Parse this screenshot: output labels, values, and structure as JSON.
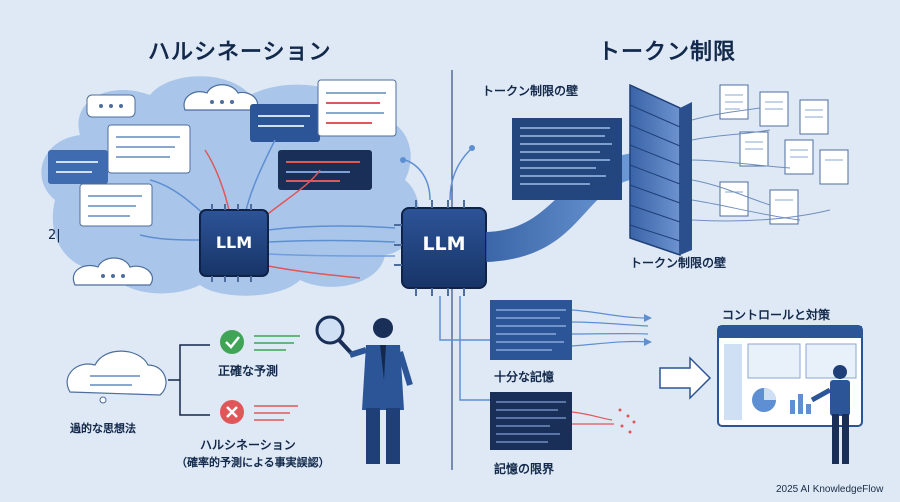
{
  "left": {
    "title": "ハルシネーション",
    "chip_label": "LLM",
    "number_mark": "2|",
    "thinking_label": "過的な思想法",
    "correct_label": "正確な予測",
    "hallucination_label": "ハルシネーション",
    "hallucination_sub": "（確率的予測による事実誤認）"
  },
  "right": {
    "title": "トークン制限",
    "wall_label_top": "トークン制限の壁",
    "wall_label_bottom": "トークン制限の壁",
    "sufficient_memory": "十分な記憶",
    "memory_limit": "記憶の限界",
    "control_label": "コントロールと対策"
  },
  "center": {
    "chip_label": "LLM"
  },
  "footer": {
    "credit": "2025 AI KnowledgeFlow"
  },
  "colors": {
    "background": "#dfe9f5",
    "cloud": "#a9c6ea",
    "chip": "#1f3f78",
    "accent_blue": "#5e8fd3",
    "accent_red": "#e0575a",
    "accent_green": "#3fa456",
    "text": "#13294b"
  },
  "icons": [
    "check-icon",
    "cross-icon",
    "magnifier-icon",
    "person-icon",
    "wall-icon",
    "document-icon",
    "arrow-right-icon",
    "dashboard-icon",
    "thought-bubble-icon",
    "cloud-icon",
    "speech-bubble-icon"
  ]
}
